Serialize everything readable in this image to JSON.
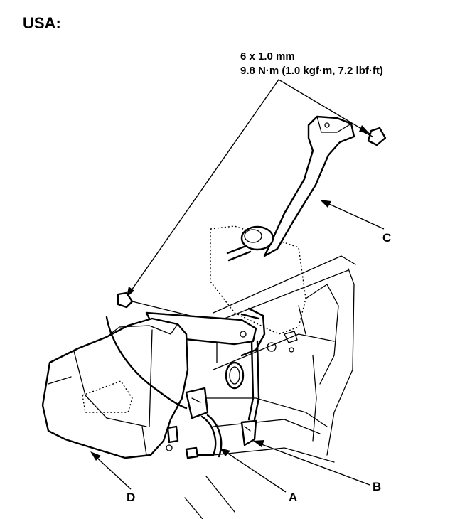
{
  "region": "USA:",
  "fastener_spec": {
    "size": "6 x 1.0 mm",
    "torque": "9.8 N·m (1.0 kgf·m, 7.2 lbf·ft)"
  },
  "callouts": {
    "a": "A",
    "b": "B",
    "c": "C",
    "d": "D"
  }
}
